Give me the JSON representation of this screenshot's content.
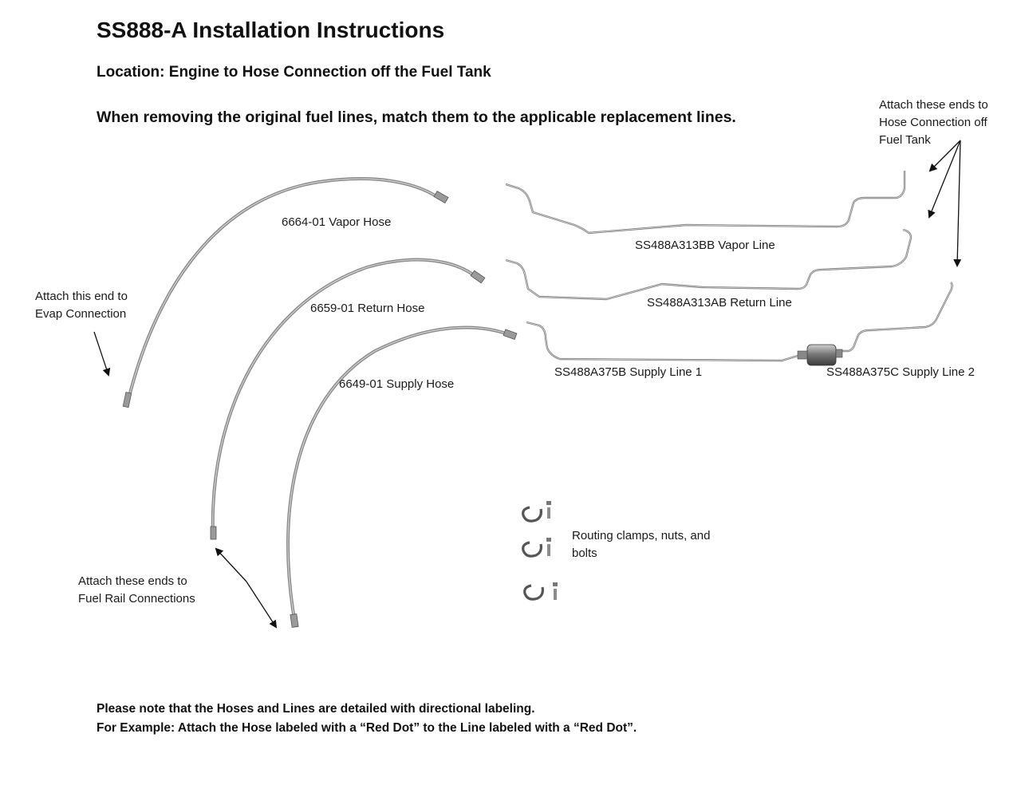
{
  "header": {
    "title": "SS888-A Installation Instructions",
    "location": "Location: Engine to Hose Connection off the Fuel Tank",
    "instruction": "When removing the original fuel lines, match them to the applicable replacement lines."
  },
  "parts": {
    "vapor_hose": "6664-01 Vapor Hose",
    "return_hose": "6659-01 Return Hose",
    "supply_hose": "6649-01 Supply Hose",
    "vapor_line": "SS488A313BB Vapor Line",
    "return_line": "SS488A313AB Return Line",
    "supply_line_1": "SS488A375B Supply Line 1",
    "supply_line_2": "SS488A375C Supply Line 2",
    "hardware": [
      "Routing clamps, nuts, and",
      "bolts"
    ]
  },
  "callouts": {
    "evap": [
      "Attach this end to",
      "Evap Connection"
    ],
    "fuel_tank": [
      "Attach these ends to",
      "Hose Connection off",
      "Fuel Tank"
    ],
    "fuel_rail": [
      "Attach these ends to",
      "Fuel Rail Connections"
    ]
  },
  "notes": {
    "line1": "Please note that the Hoses and Lines are detailed with directional labeling.",
    "line2": "For Example: Attach the Hose labeled with a “Red Dot” to the Line labeled with a “Red Dot”."
  }
}
